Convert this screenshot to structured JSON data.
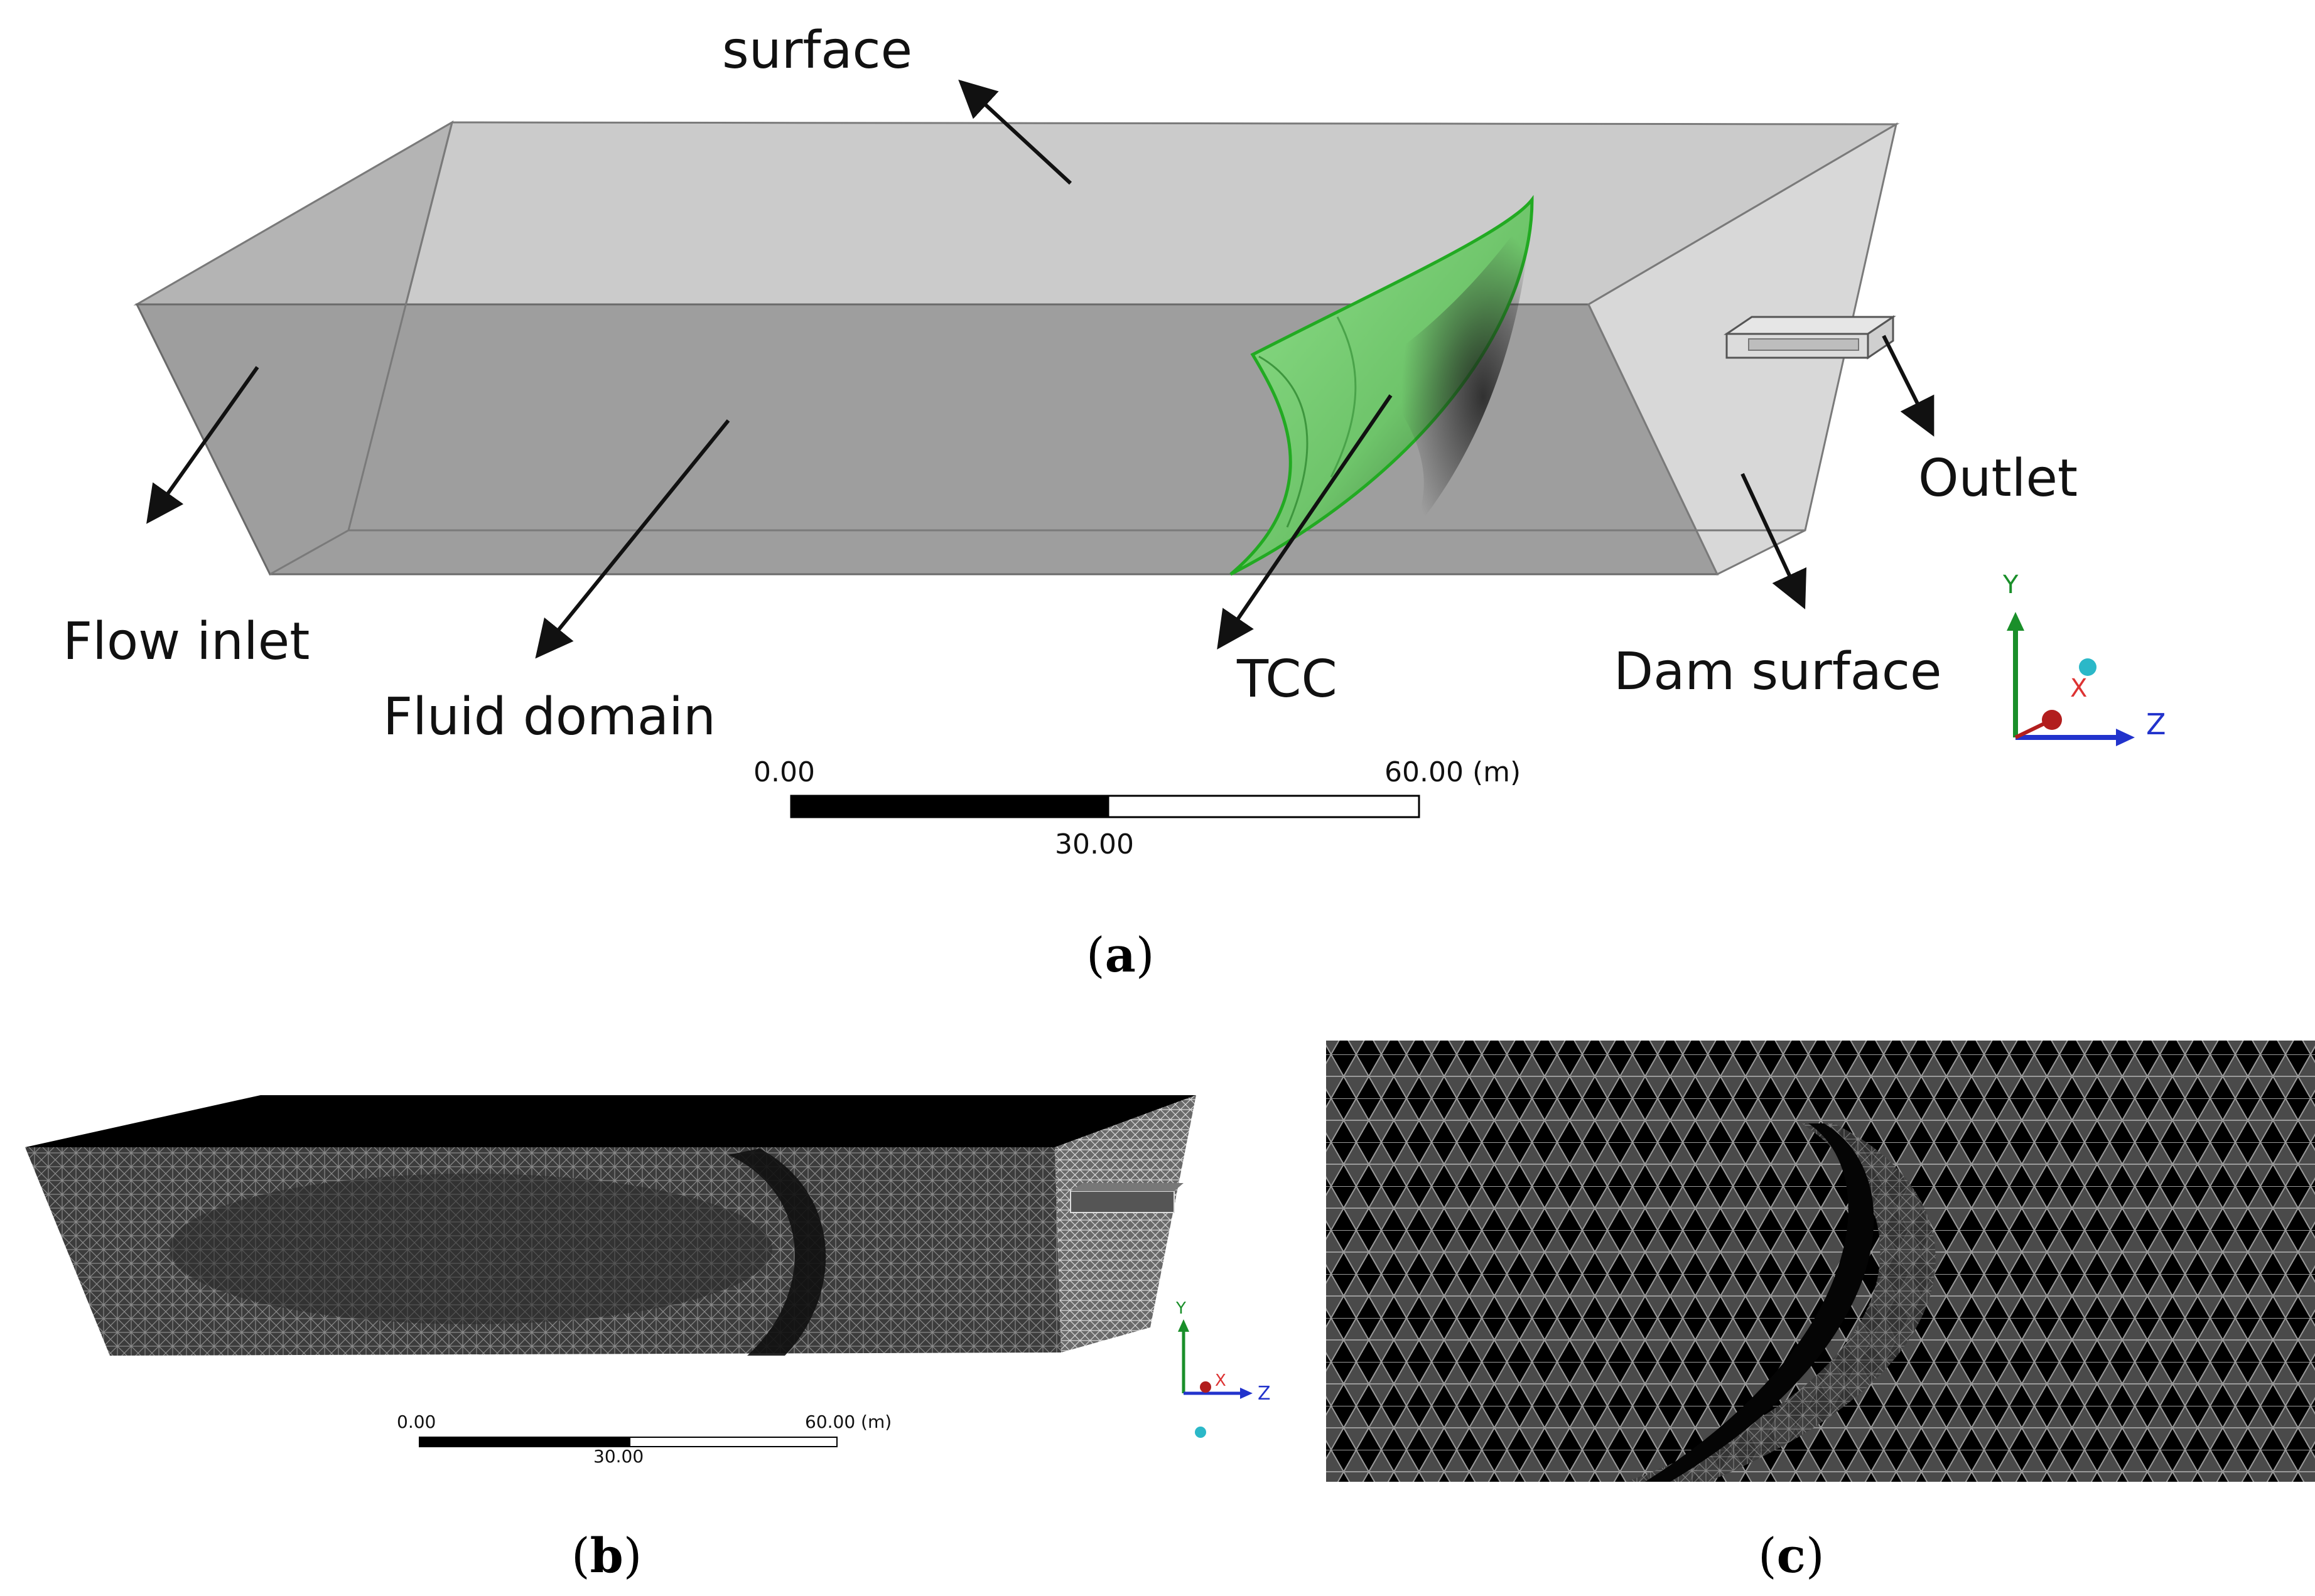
{
  "panel_a": {
    "labels": {
      "surface": "surface",
      "flow_inlet": "Flow inlet",
      "fluid_domain": "Fluid domain",
      "tcc": "TCC",
      "outlet": "Outlet",
      "dam_surface": "Dam surface"
    },
    "scale_bar": {
      "start": "0.00",
      "mid": "30.00",
      "end": "60.00 (m)"
    },
    "axes": {
      "y": "Y",
      "x": "X",
      "z": "Z"
    },
    "caption": {
      "open": "(",
      "letter": "a",
      "close": ")"
    }
  },
  "panel_b": {
    "scale_bar": {
      "start": "0.00",
      "mid": "30.00",
      "end": "60.00 (m)"
    },
    "axes": {
      "y": "Y",
      "x": "X",
      "z": "Z"
    },
    "caption": {
      "open": "(",
      "letter": "b",
      "close": ")"
    }
  },
  "panel_c": {
    "caption": {
      "open": "(",
      "letter": "c",
      "close": ")"
    }
  },
  "colors": {
    "domain_fill": "#c9c9c9",
    "tcc_green": "#7fce7a",
    "mesh_dark": "#3a3a3a",
    "axis_y": "#1a8f2a",
    "axis_z": "#2233cc",
    "axis_x": "#d33",
    "axis_sphere": "#2bb8c8"
  }
}
